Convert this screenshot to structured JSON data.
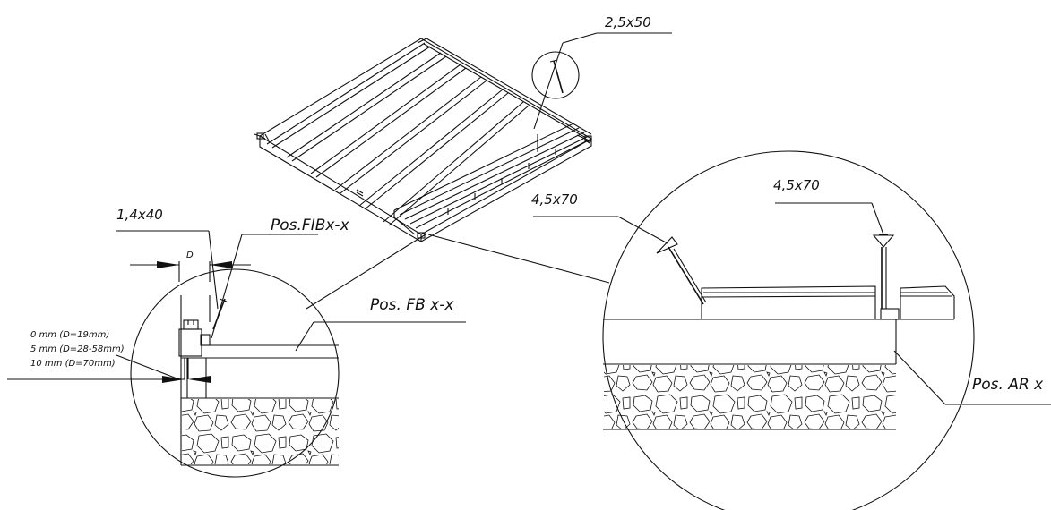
{
  "labels": {
    "screw_top": "2,5x50",
    "nail_left": "1,4x40",
    "pos_fib": "Pos.FIBx-x",
    "pos_fb": "Pos. FB x-x",
    "screw_mid": "4,5x70",
    "screw_right": "4,5x70",
    "pos_ar": "Pos. AR x",
    "dim_d": "D",
    "gap_line1": "0  mm  (D=19mm)",
    "gap_line2": "5  mm  (D=28-58mm)",
    "gap_line3": "10  mm  (D=70mm)"
  }
}
